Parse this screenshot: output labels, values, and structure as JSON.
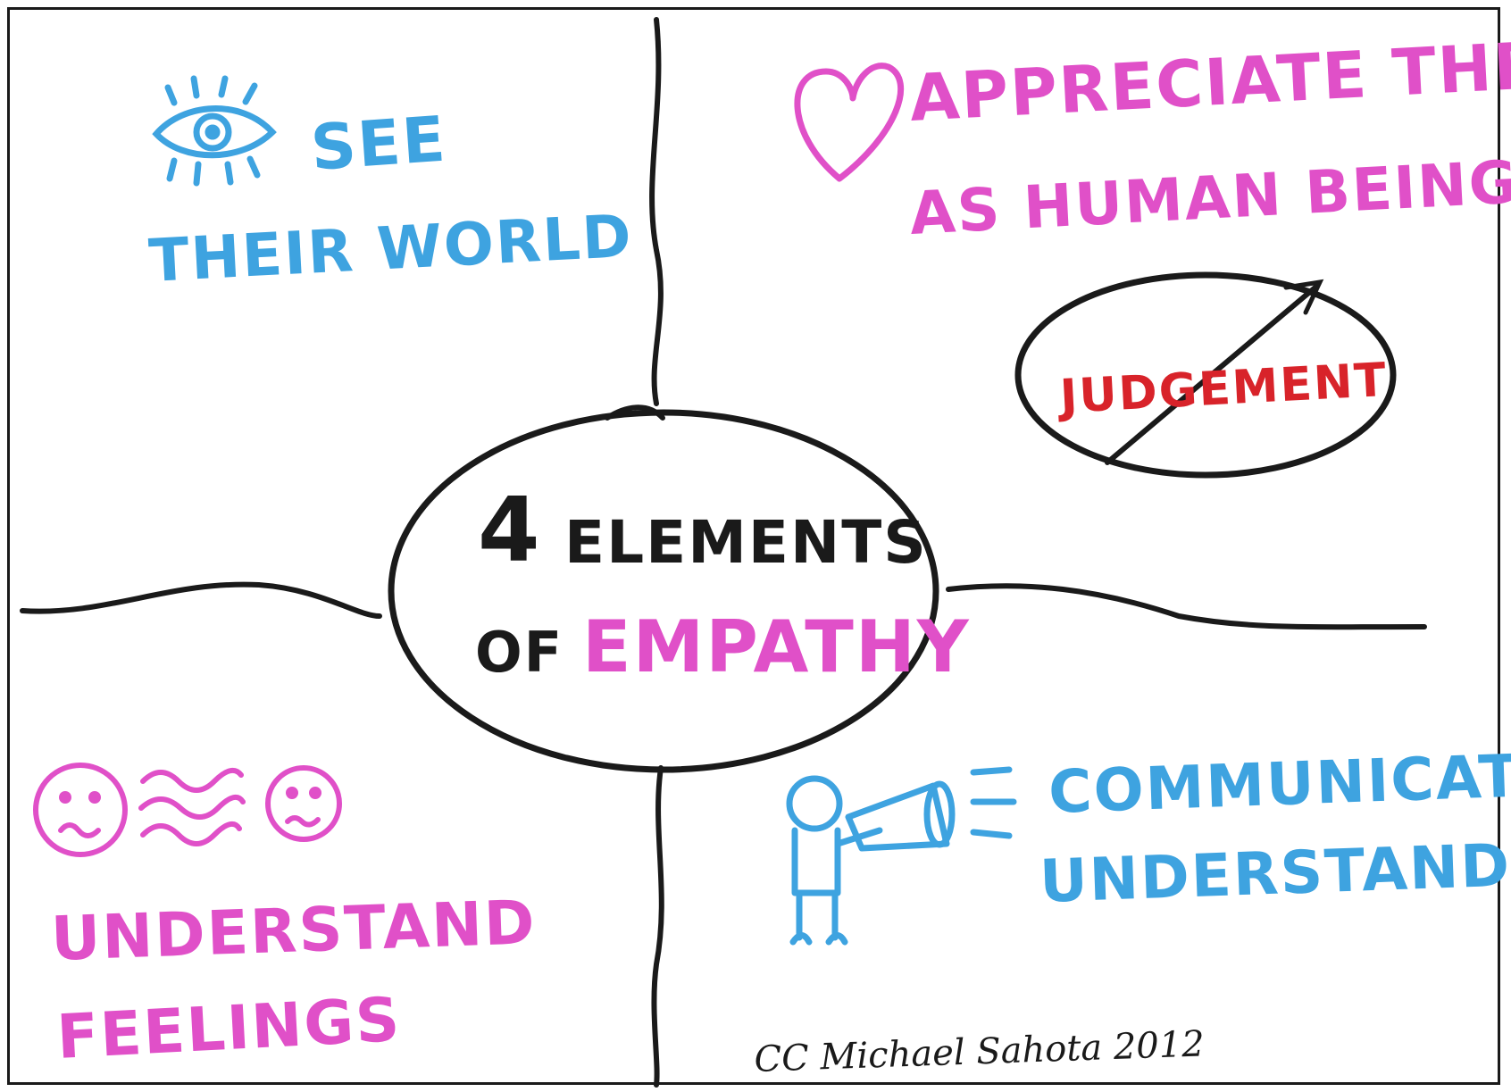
{
  "center": {
    "line1_number": "4",
    "line1_word": "ELEMENTS",
    "line2_prefix": "OF",
    "line2_word": "EMPATHY"
  },
  "quadrants": {
    "see": {
      "line1": "SEE",
      "line2": "THEIR WORLD",
      "icon": "eye-icon"
    },
    "appreciate": {
      "line1": "APPRECIATE THEM",
      "line2": "AS HUMAN BEINGS",
      "icon": "heart-icon"
    },
    "judgement": {
      "label": "JUDGEMENT",
      "icon": "no-judgement-icon"
    },
    "feelings": {
      "line1": "UNDERSTAND",
      "line2": "FEELINGS",
      "icon": "faces-waves-icon"
    },
    "communicate": {
      "line1": "COMMUNICATE",
      "line2": "UNDERSTANDING",
      "icon": "megaphone-person-icon"
    }
  },
  "credit": "CC Michael Sahota 2012",
  "colors": {
    "ink": "#1a1a1a",
    "blue": "#3ea3e0",
    "pink": "#e050c8",
    "red": "#d8232a"
  }
}
